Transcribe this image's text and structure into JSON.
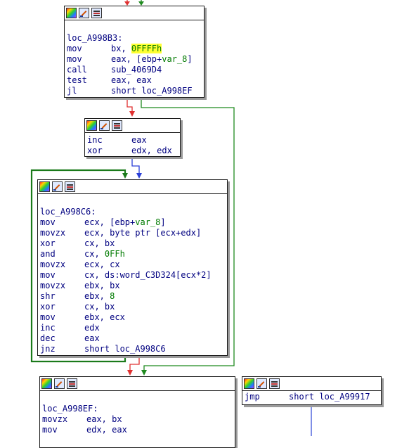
{
  "nodes": {
    "block_a998b3": {
      "label": "loc_A998B3:",
      "instructions": [
        {
          "mnemonic": "mov",
          "op_a": "bx, ",
          "op_b": "0FFFFh"
        },
        {
          "mnemonic": "mov",
          "op_a": "eax, [ebp+",
          "op_b": "var_8",
          "op_c": "]"
        },
        {
          "mnemonic": "call",
          "op_a": "sub_4069D4"
        },
        {
          "mnemonic": "test",
          "op_a": "eax, eax"
        },
        {
          "mnemonic": "jl",
          "op_a": "short loc_A998EF"
        }
      ]
    },
    "block_inc": {
      "instructions": [
        {
          "mnemonic": "inc",
          "op_a": "eax"
        },
        {
          "mnemonic": "xor",
          "op_a": "edx, edx"
        }
      ]
    },
    "block_a998c6": {
      "label": "loc_A998C6:",
      "instructions": [
        {
          "mnemonic": "mov",
          "op_a": "ecx, [ebp+",
          "op_b": "var_8",
          "op_c": "]"
        },
        {
          "mnemonic": "movzx",
          "op_a": "ecx, byte ptr [ecx+edx]"
        },
        {
          "mnemonic": "xor",
          "op_a": "cx, bx"
        },
        {
          "mnemonic": "and",
          "op_a": "cx, ",
          "op_b": "0FFh"
        },
        {
          "mnemonic": "movzx",
          "op_a": "ecx, cx"
        },
        {
          "mnemonic": "mov",
          "op_a": "cx, ds:word_C3D324[ecx*2]"
        },
        {
          "mnemonic": "movzx",
          "op_a": "ebx, bx"
        },
        {
          "mnemonic": "shr",
          "op_a": "ebx, ",
          "op_b": "8"
        },
        {
          "mnemonic": "xor",
          "op_a": "cx, bx"
        },
        {
          "mnemonic": "mov",
          "op_a": "ebx, ecx"
        },
        {
          "mnemonic": "inc",
          "op_a": "edx"
        },
        {
          "mnemonic": "dec",
          "op_a": "eax"
        },
        {
          "mnemonic": "jnz",
          "op_a": "short loc_A998C6"
        }
      ]
    },
    "block_a998ef": {
      "label": "loc_A998EF:",
      "instructions": [
        {
          "mnemonic": "movzx",
          "op_a": "eax, bx"
        },
        {
          "mnemonic": "mov",
          "op_a": "edx, eax"
        }
      ]
    },
    "block_jmp": {
      "instructions": [
        {
          "mnemonic": "jmp",
          "op_a": "short loc_A99917"
        }
      ]
    }
  },
  "colors": {
    "edge_true": "#1f8a1f",
    "edge_false": "#e03030",
    "edge_uncond": "#2a3fd8",
    "edge_loop": "#1a7a1a",
    "edge_flat": "#3a50d8",
    "highlight": "#ffff33"
  },
  "header_icons": [
    "color-icon",
    "rename-icon",
    "graph-icon"
  ]
}
